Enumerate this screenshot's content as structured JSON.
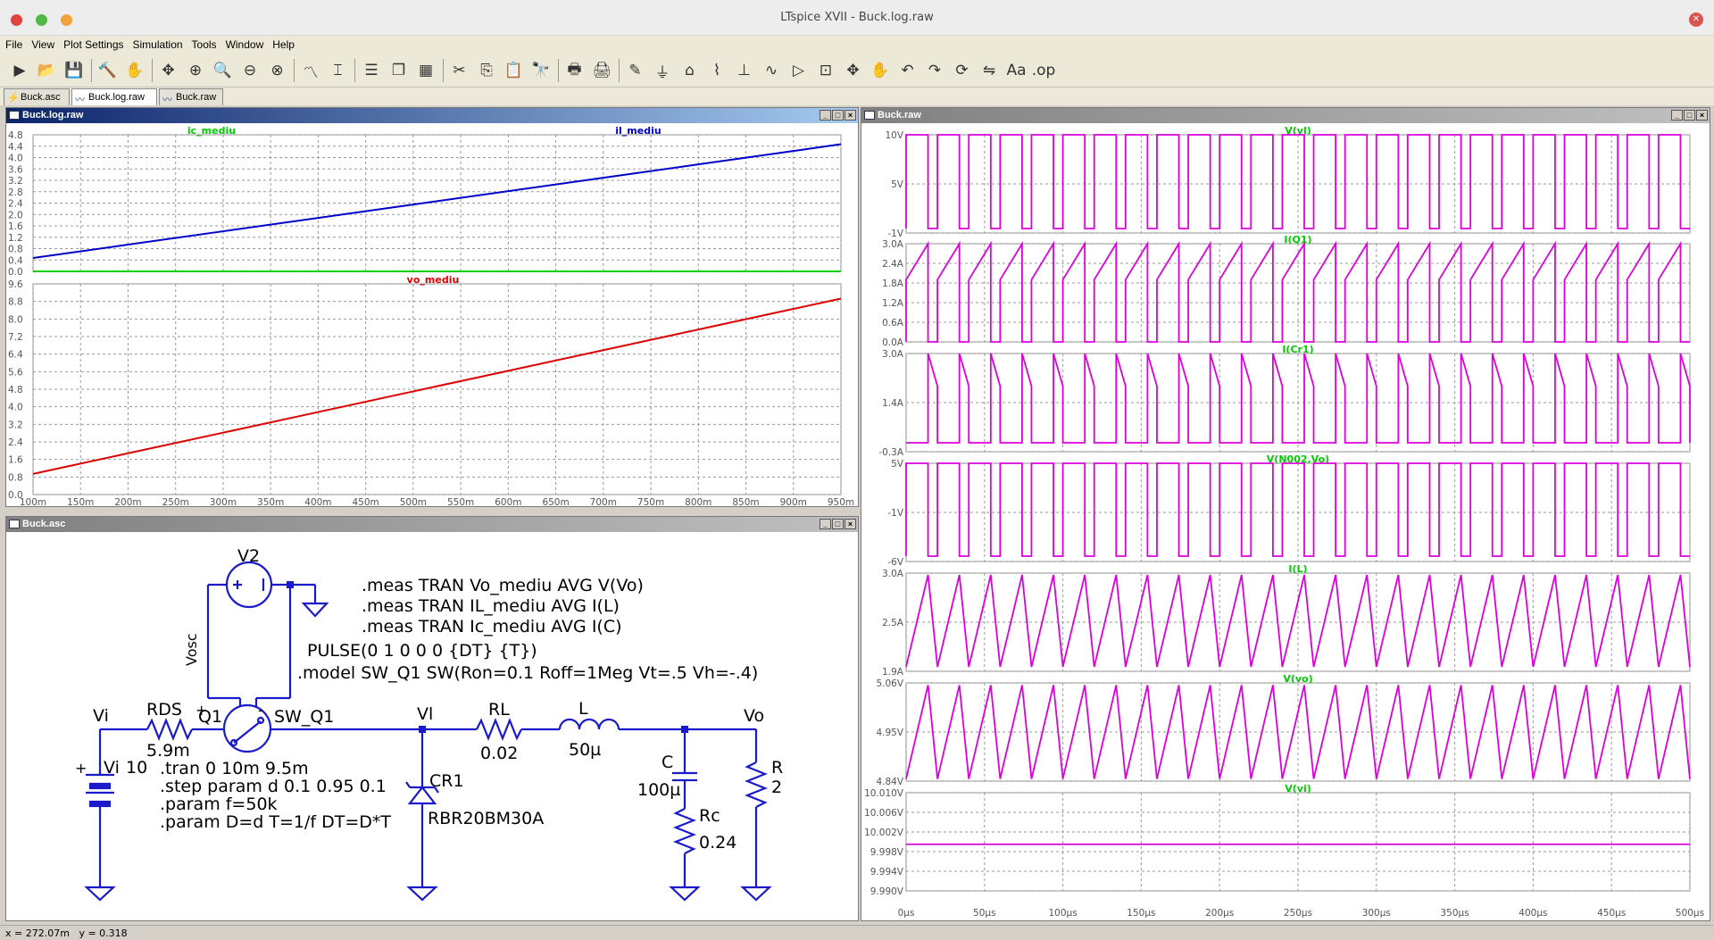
{
  "app": {
    "title": "LTspice XVII - Buck.log.raw"
  },
  "menu": [
    "File",
    "View",
    "Plot Settings",
    "Simulation",
    "Tools",
    "Window",
    "Help"
  ],
  "tabs": [
    {
      "label": "Buck.asc",
      "active": false
    },
    {
      "label": "Buck.log.raw",
      "active": true
    },
    {
      "label": "Buck.raw",
      "active": false
    }
  ],
  "toolbar_icons": [
    "run-icon",
    "open-icon",
    "save-icon",
    "control-panel-icon",
    "halt-icon",
    "pan-icon",
    "zoom-in-icon",
    "zoom-area-icon",
    "zoom-out-icon",
    "zoom-cancel-icon",
    "autorange-icon",
    "mark-icon",
    "tile-horizontal-icon",
    "cascade-icon",
    "tile-vertical-icon",
    "cut-icon",
    "copy-icon",
    "paste-icon",
    "find-icon",
    "print-icon",
    "print-setup-icon",
    "wire-icon",
    "ground-icon",
    "label-icon",
    "resistor-icon",
    "capacitor-icon",
    "inductor-icon",
    "diode-icon",
    "component-icon",
    "move-icon",
    "drag-icon",
    "undo-icon",
    "redo-icon",
    "rotate-icon",
    "mirror-icon",
    "text-icon",
    "spice-directive-icon"
  ],
  "windows": {
    "log": {
      "title": "Buck.log.raw"
    },
    "raw": {
      "title": "Buck.raw"
    },
    "asc": {
      "title": "Buck.asc"
    }
  },
  "status": {
    "x": "x = 272.07m",
    "y": "y = 0.318"
  },
  "schematic": {
    "directives": [
      ".meas TRAN Vo_mediu AVG V(Vo)",
      ".meas TRAN IL_mediu AVG I(L)",
      ".meas TRAN Ic_mediu AVG I(C)"
    ],
    "pulse": "PULSE(0 1 0 0 0 {DT} {T})",
    "model": ".model SW_Q1 SW(Ron=0.1 Roff=1Meg Vt=.5 Vh=-.4)",
    "sim": [
      ".tran 0 10m 9.5m",
      ".step param d 0.1 0.95 0.1",
      ".param f=50k",
      ".param D=d T=1/f DT=D*T"
    ],
    "labels": {
      "v2": "V2",
      "vosc": "Vosc",
      "q1": "Q1",
      "sw": "SW_Q1",
      "vi": "Vi",
      "rds": "RDS",
      "rds_val": "5.9m",
      "vi_src": "Vi",
      "vi_val": "10",
      "vl": "Vl",
      "rl": "RL",
      "rl_val": "0.02",
      "l": "L",
      "l_val": "50µ",
      "vo": "Vo",
      "c": "C",
      "c_val": "100µ",
      "rc": "Rc",
      "rc_val": "0.24",
      "r": "R",
      "r_val": "2",
      "cr1": "CR1",
      "cr1_model": "RBR20BM30A"
    }
  },
  "chart_data": [
    {
      "type": "line",
      "title": "",
      "x": [
        0.1,
        0.2,
        0.3,
        0.4,
        0.5,
        0.6,
        0.7,
        0.8,
        0.9,
        0.95
      ],
      "xticks": [
        "100m",
        "150m",
        "200m",
        "250m",
        "300m",
        "350m",
        "400m",
        "450m",
        "500m",
        "550m",
        "600m",
        "650m",
        "700m",
        "750m",
        "800m",
        "850m",
        "900m",
        "950m"
      ],
      "xlim": [
        0.1,
        0.95
      ],
      "panes": [
        {
          "ylim": [
            0,
            4.8
          ],
          "yticks": [
            "0.0",
            "0.4",
            "0.8",
            "1.2",
            "1.6",
            "2.0",
            "2.4",
            "2.8",
            "3.2",
            "3.6",
            "4.0",
            "4.4",
            "4.8"
          ],
          "series": [
            {
              "name": "ic_mediu",
              "color": "#00cc00",
              "values": [
                0.0,
                0.0,
                0.0,
                0.0,
                0.0,
                0.0,
                0.0,
                0.0,
                0.0,
                0.0
              ]
            },
            {
              "name": "il_mediu",
              "color": "#0000cc",
              "values": [
                0.47,
                0.94,
                1.41,
                1.88,
                2.35,
                2.82,
                3.29,
                3.76,
                4.23,
                4.47
              ]
            }
          ]
        },
        {
          "ylim": [
            0,
            9.6
          ],
          "yticks": [
            "0.0",
            "0.8",
            "1.6",
            "2.4",
            "3.2",
            "4.0",
            "4.8",
            "5.6",
            "6.4",
            "7.2",
            "8.0",
            "8.8",
            "9.6"
          ],
          "series": [
            {
              "name": "vo_mediu",
              "color": "#dd0000",
              "values": [
                0.94,
                1.88,
                2.82,
                3.76,
                4.7,
                5.64,
                6.58,
                7.52,
                8.46,
                8.93
              ]
            }
          ]
        }
      ],
      "grid": true
    },
    {
      "type": "line",
      "title": "",
      "xlim": [
        0,
        500
      ],
      "xunit": "µs",
      "xticks": [
        "0µs",
        "50µs",
        "100µs",
        "150µs",
        "200µs",
        "250µs",
        "300µs",
        "350µs",
        "400µs",
        "450µs",
        "500µs"
      ],
      "cycles": 25,
      "grid": true,
      "panes": [
        {
          "name": "V(vl)",
          "ylim": [
            -1,
            10
          ],
          "yticks": [
            "-1V",
            "5V",
            "10V"
          ],
          "waveform": "square",
          "low": -0.5,
          "high": 10,
          "duty": 0.7
        },
        {
          "name": "I(Q1)",
          "ylim": [
            0,
            3.0
          ],
          "yticks": [
            "0.0A",
            "0.6A",
            "1.2A",
            "1.8A",
            "2.4A",
            "3.0A"
          ],
          "waveform": "ramp-on",
          "on_start": 1.9,
          "on_end": 3.0,
          "off": 0.0,
          "duty": 0.7
        },
        {
          "name": "I(Cr1)",
          "ylim": [
            -0.3,
            3.0
          ],
          "yticks": [
            "-0.3A",
            "1.4A",
            "3.0A"
          ],
          "waveform": "ramp-off",
          "off_start": 3.0,
          "off_end": 1.9,
          "on": 0.0,
          "duty": 0.3
        },
        {
          "name": "V(N002,Vo)",
          "ylim": [
            -6,
            5
          ],
          "yticks": [
            "-6V",
            "-1V",
            "5V"
          ],
          "waveform": "square",
          "low": -5.4,
          "high": 5,
          "duty": 0.7
        },
        {
          "name": "I(L)",
          "ylim": [
            1.9,
            3.0
          ],
          "yticks": [
            "1.9A",
            "2.5A",
            "3.0A"
          ],
          "waveform": "triangle",
          "low": 1.95,
          "high": 2.98,
          "duty": 0.7
        },
        {
          "name": "V(vo)",
          "ylim": [
            4.84,
            5.06
          ],
          "yticks": [
            "4.84V",
            "4.95V",
            "5.06V"
          ],
          "waveform": "triangle",
          "low": 4.845,
          "high": 5.055,
          "duty": 0.7
        },
        {
          "name": "V(vi)",
          "ylim": [
            9.99,
            10.01
          ],
          "yticks": [
            "9.990V",
            "9.994V",
            "9.998V",
            "10.002V",
            "10.006V",
            "10.010V"
          ],
          "waveform": "flat",
          "value": 9.9995
        }
      ]
    }
  ]
}
